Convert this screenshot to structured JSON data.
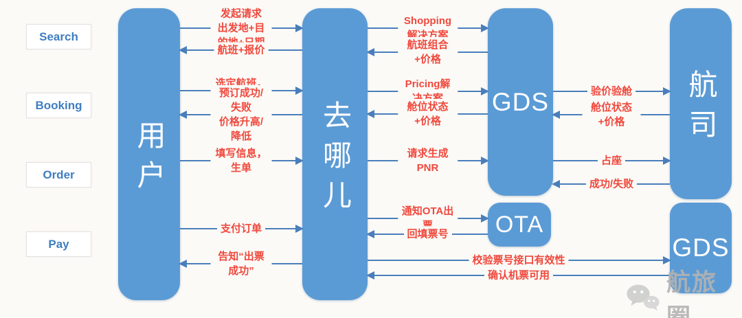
{
  "diagram": {
    "stages": [
      {
        "label": "Search"
      },
      {
        "label": "Booking"
      },
      {
        "label": "Order"
      },
      {
        "label": "Pay"
      }
    ],
    "entities": {
      "user": {
        "label": "用户"
      },
      "qunar": {
        "label": "去哪儿"
      },
      "gds_top": {
        "label": "GDS"
      },
      "ota": {
        "label": "OTA"
      },
      "airline": {
        "label": "航司"
      },
      "gds_bottom": {
        "label": "GDS"
      }
    },
    "flows": {
      "user_qunar": [
        {
          "dir": "right",
          "label": "发起请求\n出发地+目的地+日期"
        },
        {
          "dir": "left",
          "label": "航班+报价"
        },
        {
          "dir": "right",
          "label": "选定航班，预订"
        },
        {
          "dir": "left",
          "label": "预订成功/失败\n价格升高/降低"
        },
        {
          "dir": "right",
          "label": "填写信息，生单"
        },
        {
          "dir": "right",
          "label": "支付订单"
        },
        {
          "dir": "left",
          "label": "告知“出票成功”"
        }
      ],
      "qunar_gds": [
        {
          "dir": "right",
          "label": "Shopping解决方案"
        },
        {
          "dir": "left",
          "label": "航班组合+价格"
        },
        {
          "dir": "right",
          "label": "Pricing解决方案"
        },
        {
          "dir": "left",
          "label": "舱位状态+价格"
        },
        {
          "dir": "right",
          "label": "请求生成PNR"
        }
      ],
      "gds_airline": [
        {
          "dir": "right",
          "label": "验价验舱"
        },
        {
          "dir": "left",
          "label": "舱位状态+价格"
        },
        {
          "dir": "right",
          "label": "占座"
        },
        {
          "dir": "left",
          "label": "成功/失败"
        }
      ],
      "qunar_ota": [
        {
          "dir": "right",
          "label": "通知OTA出票"
        },
        {
          "dir": "left",
          "label": "回填票号"
        }
      ],
      "qunar_gds_bottom": [
        {
          "dir": "right",
          "label": "校验票号接口有效性"
        },
        {
          "dir": "left",
          "label": "确认机票可用"
        }
      ]
    },
    "watermark": {
      "label": "航旅圈",
      "icon": "wechat-chat-bubbles-icon"
    }
  },
  "colors": {
    "entity_blue": "#5B9BD5",
    "arrow_blue": "#4A7EBB",
    "label_red": "#F0483C",
    "stage_text": "#3E7EC1",
    "watermark": "#B3B3B3",
    "background": "#FBFAF7"
  }
}
